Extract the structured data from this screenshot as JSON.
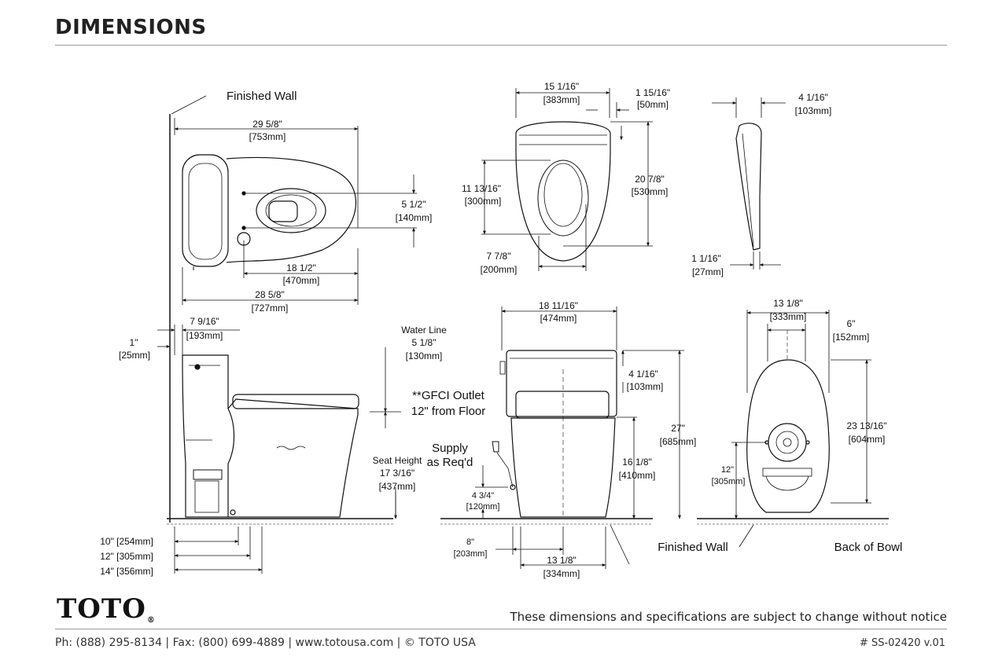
{
  "header": {
    "title": "DIMENSIONS"
  },
  "labels": {
    "finished_wall_top": "Finished Wall",
    "top_length": "29 5/8\"",
    "top_length_mm": "[753mm]",
    "mount_spacing": "5 1/2\"",
    "mount_spacing_mm": "[140mm]",
    "rough_in": "18 1/2\"",
    "rough_in_mm": "[470mm]",
    "bowl_length": "28 5/8\"",
    "bowl_length_mm": "[727mm]",
    "seat_width": "15 1/16\"",
    "seat_width_mm": "[383mm]",
    "seat_offset": "1 15/16\"",
    "seat_offset_mm": "[50mm]",
    "seat_opening": "11 13/16\"",
    "seat_opening_mm": "[300mm]",
    "seat_length": "20 7/8\"",
    "seat_length_mm": "[530mm]",
    "seat_front": "7 7/8\"",
    "seat_front_mm": "[200mm]",
    "side_height": "4 1/16\"",
    "side_height_mm": "[103mm]",
    "side_thick": "1 1/16\"",
    "side_thick_mm": "[27mm]",
    "wall_gap": "1\"",
    "wall_gap_mm": "[25mm]",
    "tank_depth": "7 9/16\"",
    "tank_depth_mm": "[193mm]",
    "water_line_title": "Water Line",
    "water_line": "5 1/8\"",
    "water_line_mm": "[130mm]",
    "gfci_line1": "**GFCI Outlet",
    "gfci_line2": "12\" from Floor",
    "seat_height_title": "Seat Height",
    "seat_height": "17 3/16\"",
    "seat_height_mm": "[437mm]",
    "supply_line1": "Supply",
    "supply_line2": "as Req'd",
    "supply_height": "4 3/4\"",
    "supply_height_mm": "[120mm]",
    "rough_10": "10\" [254mm]",
    "rough_12": "12\" [305mm]",
    "rough_14": "14\" [356mm]",
    "front_width": "18 11/16\"",
    "front_width_mm": "[474mm]",
    "front_tank_drop": "4 1/16\"",
    "front_tank_drop_mm": "[103mm]",
    "total_height": "27\"",
    "total_height_mm": "[685mm]",
    "rim_height": "16 1/8\"",
    "rim_height_mm": "[410mm]",
    "supply_offset": "8\"",
    "supply_offset_mm": "[203mm]",
    "base_width": "13 1/8\"",
    "base_width_mm": "[334mm]",
    "finished_wall_bottom": "Finished Wall",
    "back_width": "13 1/8\"",
    "back_width_mm": "[333mm]",
    "back_half": "6\"",
    "back_half_mm": "[152mm]",
    "back_height": "23 13/16\"",
    "back_height_mm": "[604mm]",
    "outlet_height": "12\"",
    "outlet_height_mm": "[305mm]",
    "back_of_bowl": "Back of Bowl"
  },
  "footer": {
    "brand": "TOTO",
    "reg_mark": "®",
    "disclaimer": "These dimensions and specifications are subject to change without notice",
    "contact": "Ph: (888) 295-8134 | Fax: (800) 699-4889 | www.totousa.com | © TOTO USA",
    "doc_number": "# SS-02420 v.01"
  }
}
